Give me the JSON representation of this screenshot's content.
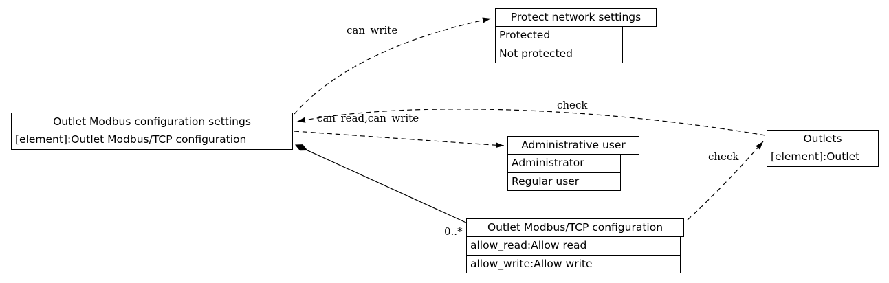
{
  "colors": {
    "background": "#ffffff",
    "stroke": "#000000",
    "text": "#000000"
  },
  "nodes": {
    "settings": {
      "title": "Outlet Modbus configuration settings",
      "rows": [
        "[element]:Outlet Modbus/TCP configuration"
      ]
    },
    "protect_network_settings": {
      "title": "Protect network settings",
      "rows": [
        "Protected",
        "Not protected"
      ]
    },
    "administrative_user": {
      "title": "Administrative user",
      "rows": [
        "Administrator",
        "Regular user"
      ]
    },
    "outlet_modbus_tcp_configuration": {
      "title": "Outlet Modbus/TCP configuration",
      "rows": [
        "allow_read:Allow read",
        "allow_write:Allow write"
      ]
    },
    "outlets": {
      "title": "Outlets",
      "rows": [
        "[element]:Outlet"
      ]
    }
  },
  "edges": {
    "can_write": {
      "label": "can_write",
      "style": "dashed",
      "from": "settings",
      "to": "protect_network_settings"
    },
    "can_read_can_write": {
      "label": "can_read,can_write",
      "style": "dashed",
      "from": "settings",
      "to": "administrative_user"
    },
    "check_outlets_to_settings": {
      "label": "check",
      "style": "dashed",
      "from": "outlets",
      "to": "settings"
    },
    "check_config_to_outlets": {
      "label": "check",
      "style": "dashed",
      "from": "outlet_modbus_tcp_configuration",
      "to": "outlets"
    },
    "composition": {
      "multiplicity": "0..*",
      "style": "solid",
      "from": "settings",
      "to": "outlet_modbus_tcp_configuration"
    }
  }
}
